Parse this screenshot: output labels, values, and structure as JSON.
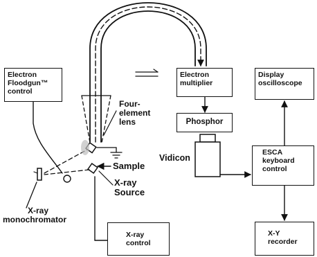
{
  "boxes": {
    "floodgun": [
      "Electron",
      "Floodgun™",
      "control"
    ],
    "multiplier": [
      "Electron",
      "multiplier"
    ],
    "display": [
      "Display",
      "oscilloscope"
    ],
    "phosphor": [
      "Phosphor"
    ],
    "esca": [
      "ESCA",
      "keyboard",
      "control"
    ],
    "xray_control": [
      "X-ray",
      "control"
    ],
    "xy": [
      "X-Y",
      "recorder"
    ]
  },
  "labels": {
    "lens": [
      "Four-",
      "element",
      "lens"
    ],
    "sample": "Sample",
    "source": [
      "X-ray",
      "Source"
    ],
    "vidicon": "Vidicon",
    "monochromator": [
      "X-ray",
      "monochromator"
    ]
  },
  "colors": {
    "ink": "#111111",
    "background": "#ffffff"
  }
}
